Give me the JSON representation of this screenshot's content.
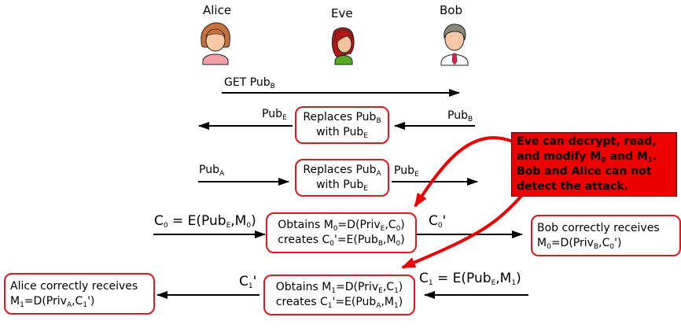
{
  "actors": {
    "alice": "Alice",
    "eve": "Eve",
    "bob": "Bob"
  },
  "colors": {
    "box_border": "#e8141c",
    "callout_bg": "#ee0000",
    "arrow": "#000000",
    "highlight_arrow": "#ee0000"
  },
  "callout": {
    "line1": "Eve can decrypt, read,",
    "line2a": "and modify M",
    "line2_sub0": "0",
    "line2b": " and M",
    "line2_sub1": "1",
    "line2c": ".",
    "line3": "Bob and Alice can not",
    "line4": "detect the attack."
  }
}
